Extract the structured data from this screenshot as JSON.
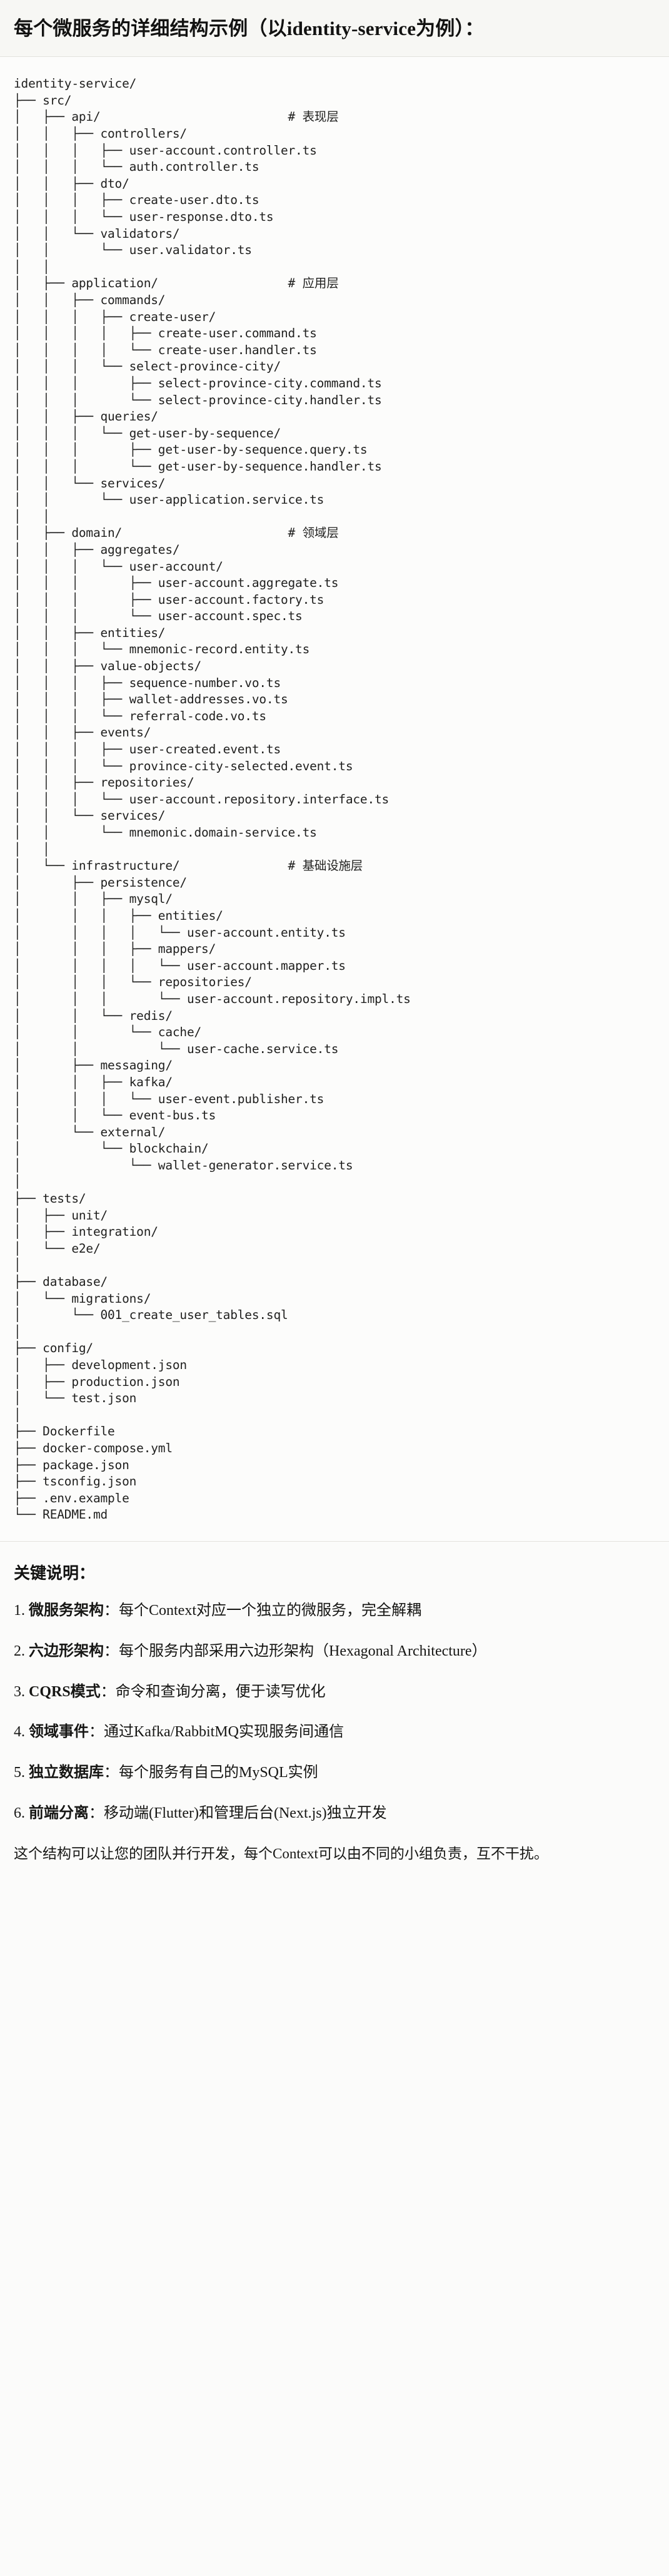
{
  "header": {
    "title": "每个微服务的详细结构示例（以identity-service为例）："
  },
  "tree": {
    "root": "identity-service/",
    "lines": [
      "identity-service/",
      "├── src/",
      "│   ├── api/                          # 表现层",
      "│   │   ├── controllers/",
      "│   │   │   ├── user-account.controller.ts",
      "│   │   │   └── auth.controller.ts",
      "│   │   ├── dto/",
      "│   │   │   ├── create-user.dto.ts",
      "│   │   │   └── user-response.dto.ts",
      "│   │   └── validators/",
      "│   │       └── user.validator.ts",
      "│   │",
      "│   ├── application/                  # 应用层",
      "│   │   ├── commands/",
      "│   │   │   ├── create-user/",
      "│   │   │   │   ├── create-user.command.ts",
      "│   │   │   │   └── create-user.handler.ts",
      "│   │   │   └── select-province-city/",
      "│   │   │       ├── select-province-city.command.ts",
      "│   │   │       └── select-province-city.handler.ts",
      "│   │   ├── queries/",
      "│   │   │   └── get-user-by-sequence/",
      "│   │   │       ├── get-user-by-sequence.query.ts",
      "│   │   │       └── get-user-by-sequence.handler.ts",
      "│   │   └── services/",
      "│   │       └── user-application.service.ts",
      "│   │",
      "│   ├── domain/                       # 领域层",
      "│   │   ├── aggregates/",
      "│   │   │   └── user-account/",
      "│   │   │       ├── user-account.aggregate.ts",
      "│   │   │       ├── user-account.factory.ts",
      "│   │   │       └── user-account.spec.ts",
      "│   │   ├── entities/",
      "│   │   │   └── mnemonic-record.entity.ts",
      "│   │   ├── value-objects/",
      "│   │   │   ├── sequence-number.vo.ts",
      "│   │   │   ├── wallet-addresses.vo.ts",
      "│   │   │   └── referral-code.vo.ts",
      "│   │   ├── events/",
      "│   │   │   ├── user-created.event.ts",
      "│   │   │   └── province-city-selected.event.ts",
      "│   │   ├── repositories/",
      "│   │   │   └── user-account.repository.interface.ts",
      "│   │   └── services/",
      "│   │       └── mnemonic.domain-service.ts",
      "│   │",
      "│   └── infrastructure/               # 基础设施层",
      "│       ├── persistence/",
      "│       │   ├── mysql/",
      "│       │   │   ├── entities/",
      "│       │   │   │   └── user-account.entity.ts",
      "│       │   │   ├── mappers/",
      "│       │   │   │   └── user-account.mapper.ts",
      "│       │   │   └── repositories/",
      "│       │   │       └── user-account.repository.impl.ts",
      "│       │   └── redis/",
      "│       │       └── cache/",
      "│       │           └── user-cache.service.ts",
      "│       ├── messaging/",
      "│       │   ├── kafka/",
      "│       │   │   └── user-event.publisher.ts",
      "│       │   └── event-bus.ts",
      "│       └── external/",
      "│           └── blockchain/",
      "│               └── wallet-generator.service.ts",
      "│",
      "├── tests/",
      "│   ├── unit/",
      "│   ├── integration/",
      "│   └── e2e/",
      "│",
      "├── database/",
      "│   └── migrations/",
      "│       └── 001_create_user_tables.sql",
      "│",
      "├── config/",
      "│   ├── development.json",
      "│   ├── production.json",
      "│   └── test.json",
      "│",
      "├── Dockerfile",
      "├── docker-compose.yml",
      "├── package.json",
      "├── tsconfig.json",
      "├── .env.example",
      "└── README.md"
    ],
    "comments": [
      "# 表现层",
      "# 应用层",
      "# 领域层",
      "# 基础设施层"
    ]
  },
  "notes": {
    "title": "关键说明：",
    "items": [
      {
        "key": "微服务架构",
        "text": "：每个Context对应一个独立的微服务，完全解耦"
      },
      {
        "key": "六边形架构",
        "text": "：每个服务内部采用六边形架构（Hexagonal Architecture）"
      },
      {
        "key": "CQRS模式",
        "text": "：命令和查询分离，便于读写优化"
      },
      {
        "key": "领域事件",
        "text": "：通过Kafka/RabbitMQ实现服务间通信"
      },
      {
        "key": "独立数据库",
        "text": "：每个服务有自己的MySQL实例"
      },
      {
        "key": "前端分离",
        "text": "：移动端(Flutter)和管理后台(Next.js)独立开发"
      }
    ],
    "closing": "这个结构可以让您的团队并行开发，每个Context可以由不同的小组负责，互不干扰。"
  },
  "colors": {
    "page_bg": "#fbfbfa",
    "header_bg": "#f7f7f4",
    "code_bg": "#fcfcfb",
    "border": "#e3e2dd",
    "text": "#1a1a19"
  }
}
